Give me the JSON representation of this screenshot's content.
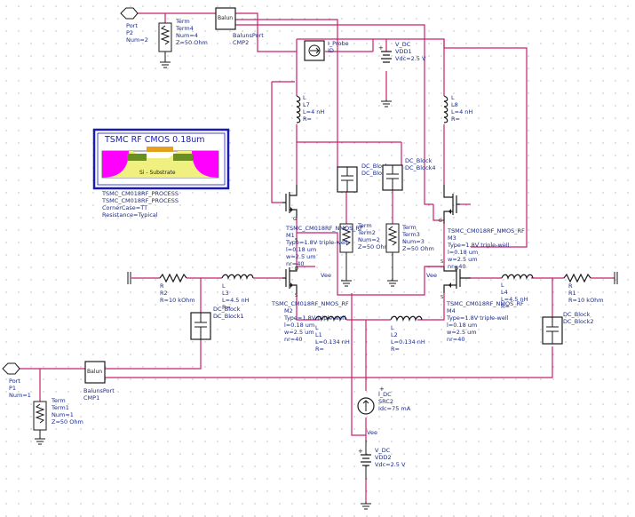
{
  "colors": {
    "wire": "#c8206f",
    "component": "#1a1a1a",
    "label": "#1a2a8a",
    "grid": "#8a8a8a",
    "pdk_border": "#1a1ab4",
    "substrate_magenta": "#ff00ff",
    "substrate_green": "#6b8e23",
    "substrate_gold": "#e6a020",
    "substrate_yellow": "#f0f080"
  },
  "ports": {
    "p2": {
      "l1": "Port",
      "l2": "P2",
      "l3": "Num=2"
    },
    "p1": {
      "l1": "Port",
      "l2": "P1",
      "l3": "Num=1"
    }
  },
  "terms": {
    "term4": {
      "l1": "Term",
      "l2": "Term4",
      "l3": "Num=4",
      "l4": "Z=50 Ohm"
    },
    "term1": {
      "l1": "Term",
      "l2": "Term1",
      "l3": "Num=1",
      "l4": "Z=50 Ohm"
    },
    "term2": {
      "l1": "Term",
      "l2": "Term2",
      "l3": "Num=2",
      "l4": "Z=50 Ohm"
    },
    "term3": {
      "l1": "Term",
      "l2": "Term3",
      "l3": "Num=3",
      "l4": "Z=50 Ohm"
    }
  },
  "baluns": {
    "cmp2": {
      "inner": "Balun",
      "l1": "BalunsPort",
      "l2": "CMP2"
    },
    "cmp1": {
      "inner": "Balun",
      "l1": "BalunsPort",
      "l2": "CMP1"
    }
  },
  "iprobe": {
    "l1": "I_Probe",
    "l2": "ID"
  },
  "vdc1": {
    "l1": "V_DC",
    "l2": "VDD1",
    "l3": "Vdc=2.5 V"
  },
  "vdc2": {
    "l1": "V_DC",
    "l2": "VDD2",
    "l3": "Vdc=2.5 V"
  },
  "idc": {
    "l1": "I_DC",
    "l2": "SRC2",
    "l3": "Idc=75 mA"
  },
  "inductors": {
    "l7": {
      "l1": "L",
      "l2": "L7",
      "l3": "L=4 nH",
      "l4": "R="
    },
    "l8": {
      "l1": "L",
      "l2": "L8",
      "l3": "L=4 nH",
      "l4": "R="
    },
    "l3": {
      "l1": "L",
      "l2": "L3",
      "l3": "L=4.5 nH",
      "l4": "R="
    },
    "l4": {
      "l1": "L",
      "l2": "L4",
      "l3": "L=4.5 nH",
      "l4": "R="
    },
    "l1": {
      "l1": "L",
      "l2": "L1",
      "l3": "L=0.134 nH",
      "l4": "R="
    },
    "l2": {
      "l1": "L",
      "l2": "L2",
      "l3": "L=0.134 nH",
      "l4": "R="
    }
  },
  "resistors": {
    "r2": {
      "l1": "R",
      "l2": "R2",
      "l3": "R=10 kOhm"
    },
    "r1": {
      "l1": "R",
      "l2": "R1",
      "l3": "R=10 kOhm"
    }
  },
  "dcblocks": {
    "b3": {
      "l1": "DC_Block",
      "l2": "DC_Block3"
    },
    "b4": {
      "l1": "DC_Block",
      "l2": "DC_Block4"
    },
    "b1": {
      "l1": "DC_Block",
      "l2": "DC_Block1"
    },
    "b2": {
      "l1": "DC_Block",
      "l2": "DC_Block2"
    }
  },
  "pdk": {
    "title": "TSMC RF CMOS 0.18um",
    "substrate": "Si - Substrate",
    "line1": "TSMC_CM018RF_PROCESS",
    "line2": "TSMC_CM018RF_PROCESS",
    "line3": "CornerCase=TT",
    "line4": "Resistance=Typical"
  },
  "mosfets": {
    "m1": {
      "l1": "TSMC_CM018RF_NMOS_RF",
      "l2": "M1",
      "l3": "Type=1.8V triple-well",
      "l4": "l=0.18 um",
      "l5": "w=2.5 um",
      "l6": "nr=40"
    },
    "m2": {
      "l1": "TSMC_CM018RF_NMOS_RF",
      "l2": "M2",
      "l3": "Type=1.8V triple-well",
      "l4": "l=0.18 um",
      "l5": "w=2.5 um",
      "l6": "nr=40"
    },
    "m3": {
      "l1": "TSMC_CM018RF_NMOS_RF",
      "l2": "M3",
      "l3": "Type=1.8V triple-well",
      "l4": "l=0.18 um",
      "l5": "w=2.5 um",
      "l6": "nr=40"
    },
    "m4": {
      "l1": "TSMC_CM018RF_NMOS_RF",
      "l2": "M4",
      "l3": "Type=1.8V triple-well",
      "l4": "l=0.18 um",
      "l5": "w=2.5 um",
      "l6": "nr=40"
    }
  },
  "nets": {
    "vee1": "Vee",
    "vee2": "Vee",
    "vee3": "Vee"
  },
  "pins": {
    "g1": "G",
    "s1": "S",
    "d2": "D",
    "s2": "S",
    "g3": "G",
    "s3": "S",
    "d4": "D",
    "s4": "S"
  }
}
